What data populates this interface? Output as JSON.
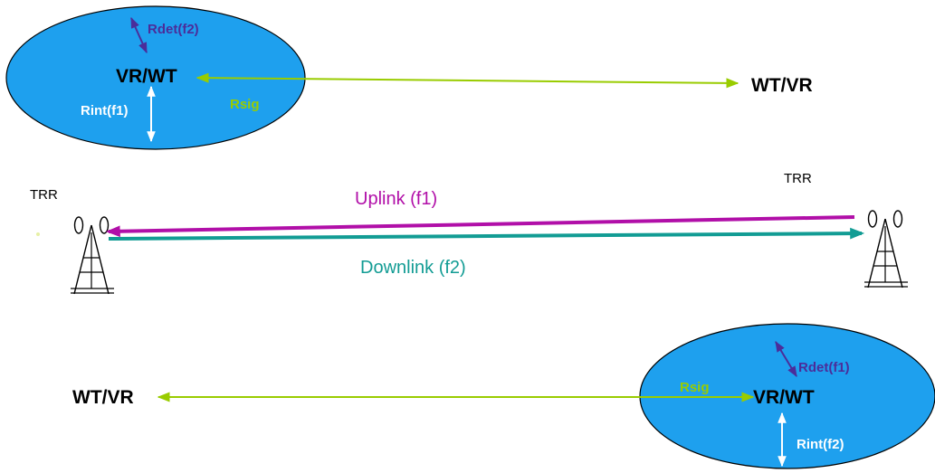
{
  "colors": {
    "ellipse_fill": "#1ea0ee",
    "ellipse_stroke": "#000000",
    "rdet": "#4b2d9a",
    "rsig": "#99cc00",
    "rint": "#ffffff",
    "uplink": "#b10fa8",
    "downlink": "#129c94",
    "text": "#000000"
  },
  "top_cell": {
    "rdet_label": "Rdet(f2)",
    "node_label": "VR/WT",
    "rint_label": "Rint(f1)",
    "rsig_label": "Rsig",
    "far_label": "WT/VR"
  },
  "towers": {
    "left_label": "TRR",
    "right_label": "TRR",
    "uplink_label": "Uplink (f1)",
    "downlink_label": "Downlink (f2)"
  },
  "bottom_cell": {
    "rdet_label": "Rdet(f1)",
    "node_label": "VR/WT",
    "rint_label": "Rint(f2)",
    "rsig_label": "Rsig",
    "far_label": "WT/VR"
  },
  "icons": {
    "tower": "antenna-tower-icon"
  }
}
